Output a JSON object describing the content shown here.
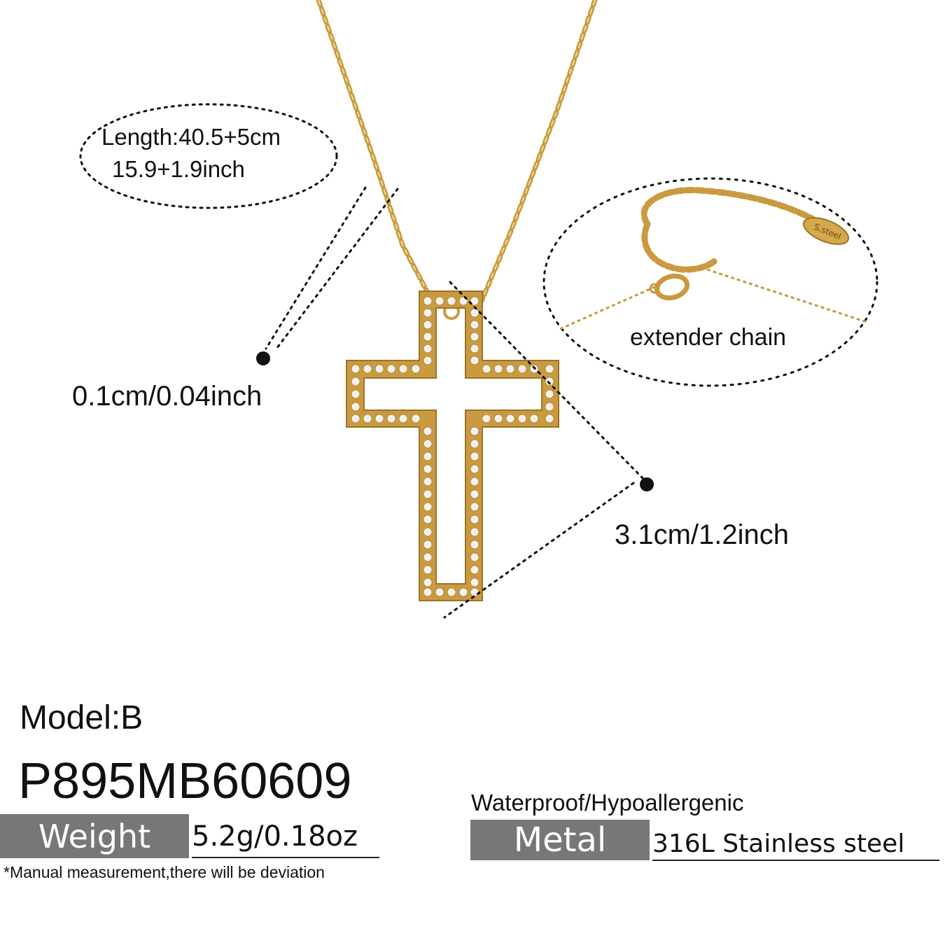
{
  "dimensions": {
    "length_cm": "Length:40.5+5cm",
    "length_inch": "15.9+1.9inch",
    "thickness": "0.1cm/0.04inch",
    "height": "3.1cm/1.2inch"
  },
  "extender": {
    "label": "extender chain",
    "tag_text": "S.steel"
  },
  "product": {
    "model": "Model:B",
    "sku": "P895MB60609"
  },
  "specs": {
    "weight_label": "Weight",
    "weight_value": "5.2g/0.18oz",
    "note": "*Manual measurement,there will be deviation",
    "features": "Waterproof/Hypoallergenic",
    "metal_label": "Metal",
    "metal_value": "316L Stainless steel"
  },
  "colors": {
    "gold": "#c99a3f",
    "badge_gray": "#777777"
  },
  "icons": [
    "cross-pendant-icon",
    "chain-icon",
    "lobster-clasp-icon"
  ]
}
